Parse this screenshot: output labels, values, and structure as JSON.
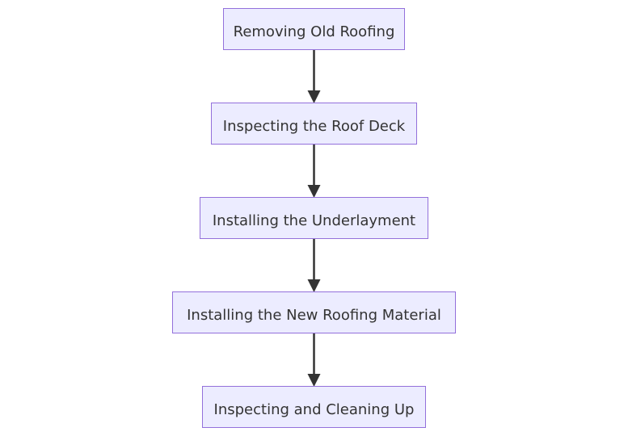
{
  "flowchart": {
    "direction": "top-down",
    "node_fill": "#ECECFF",
    "node_border": "#9370DB",
    "edge_color": "#333333",
    "text_color": "#333333",
    "nodes": [
      {
        "id": "remove",
        "label": "Removing Old Roofing"
      },
      {
        "id": "inspect-deck",
        "label": "Inspecting the Roof Deck"
      },
      {
        "id": "underlayment",
        "label": "Installing the Underlayment"
      },
      {
        "id": "new-roofing",
        "label": "Installing the New Roofing Material"
      },
      {
        "id": "cleanup",
        "label": "Inspecting and Cleaning Up"
      }
    ],
    "edges": [
      {
        "from": "remove",
        "to": "inspect-deck"
      },
      {
        "from": "inspect-deck",
        "to": "underlayment"
      },
      {
        "from": "underlayment",
        "to": "new-roofing"
      },
      {
        "from": "new-roofing",
        "to": "cleanup"
      }
    ]
  }
}
